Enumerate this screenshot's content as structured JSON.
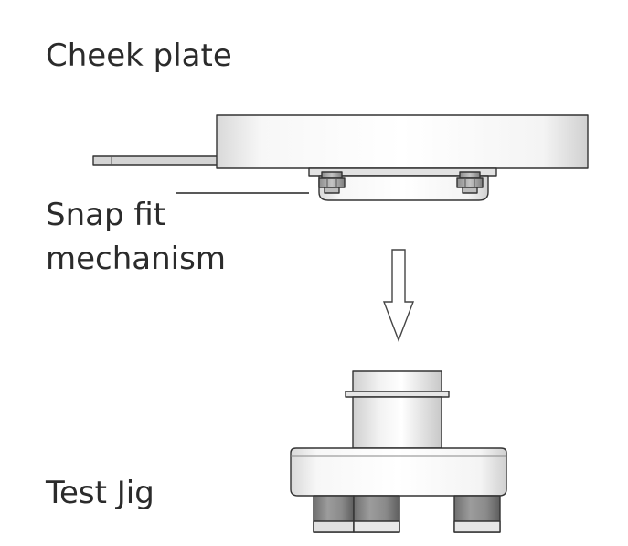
{
  "labels": {
    "cheek_plate": "Cheek plate",
    "snap_fit_line1": "Snap fit",
    "snap_fit_line2": "mechanism",
    "test_jig": "Test Jig"
  },
  "colors": {
    "outline": "#333333",
    "text": "#2b2b2b",
    "nut": "#9a9a9a",
    "dark_leg": "#7a7a7a"
  }
}
